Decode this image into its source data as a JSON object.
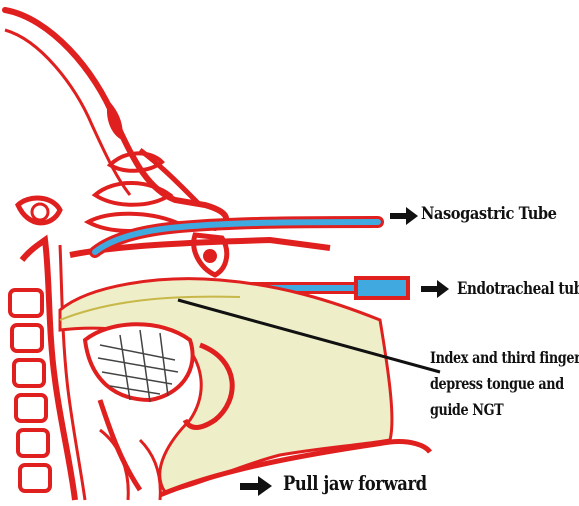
{
  "labels": {
    "nasogastric_tube": "Nasogastric Tube",
    "endotracheal_tube": "Endotracheal tube",
    "finger_lines": [
      "Index and third finger",
      "depress tongue and",
      "guide NGT"
    ],
    "pull_jaw": "Pull jaw forward"
  },
  "icons": {
    "nasogastric_tube": "right-arrow-icon",
    "endotracheal_tube": "right-arrow-icon",
    "pull_jaw": "right-arrow-icon"
  },
  "colors": {
    "anatomy_outline": "#e0201f",
    "tube": "#3fa9e0",
    "finger": "#eeeec8",
    "ink": "#111111"
  }
}
